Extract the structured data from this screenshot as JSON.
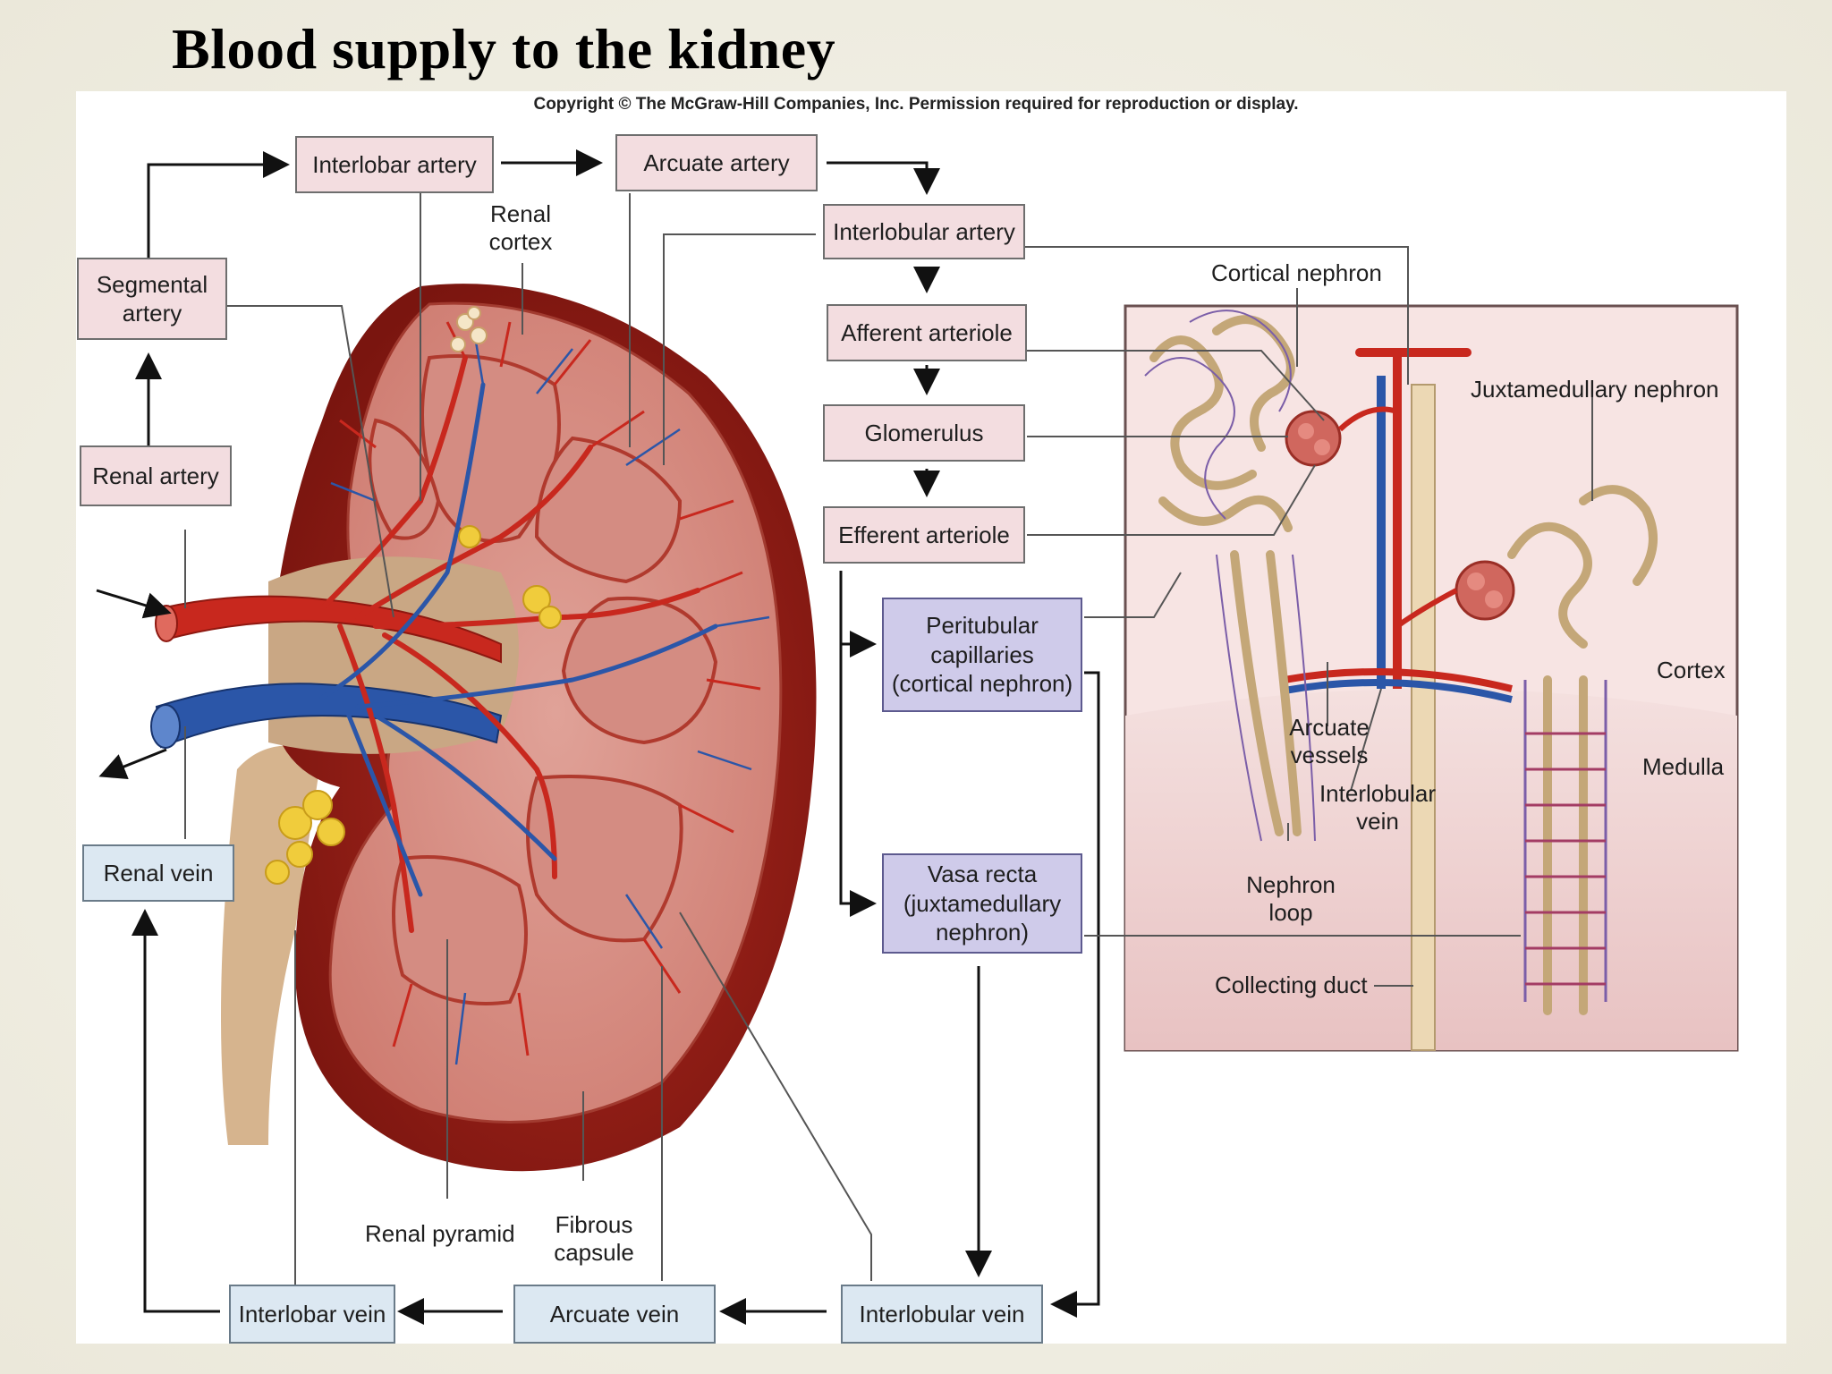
{
  "title": "Blood supply to the kidney",
  "copyright": "Copyright © The McGraw-Hill Companies, Inc. Permission required for reproduction or display.",
  "flow_boxes": {
    "renal_artery": "Renal artery",
    "segmental_artery": "Segmental artery",
    "interlobar_artery": "Interlobar artery",
    "arcuate_artery": "Arcuate artery",
    "interlobular_artery": "Interlobular artery",
    "afferent_arteriole": "Afferent arteriole",
    "glomerulus": "Glomerulus",
    "efferent_arteriole": "Efferent arteriole",
    "peritubular_capillaries": "Peritubular capillaries (cortical nephron)",
    "vasa_recta": "Vasa recta (juxtamedullary nephron)",
    "interlobular_vein": "Interlobular vein",
    "arcuate_vein": "Arcuate vein",
    "interlobar_vein": "Interlobar vein",
    "renal_vein": "Renal vein"
  },
  "kidney_labels": {
    "renal_cortex": "Renal cortex",
    "renal_pyramid": "Renal pyramid",
    "fibrous_capsule": "Fibrous capsule"
  },
  "nephron_labels": {
    "cortical_nephron": "Cortical nephron",
    "juxtamedullary_nephron": "Juxtamedullary nephron",
    "cortex": "Cortex",
    "medulla": "Medulla",
    "arcuate_vessels": "Arcuate vessels",
    "interlobular_vein": "Interlobular vein",
    "nephron_loop": "Nephron loop",
    "collecting_duct": "Collecting duct"
  },
  "colors": {
    "artery": "#c8281e",
    "vein": "#2b56a8",
    "box_arterial": "#f3dde0",
    "box_capillary": "#cfcbea",
    "box_venous": "#dce8f2"
  }
}
